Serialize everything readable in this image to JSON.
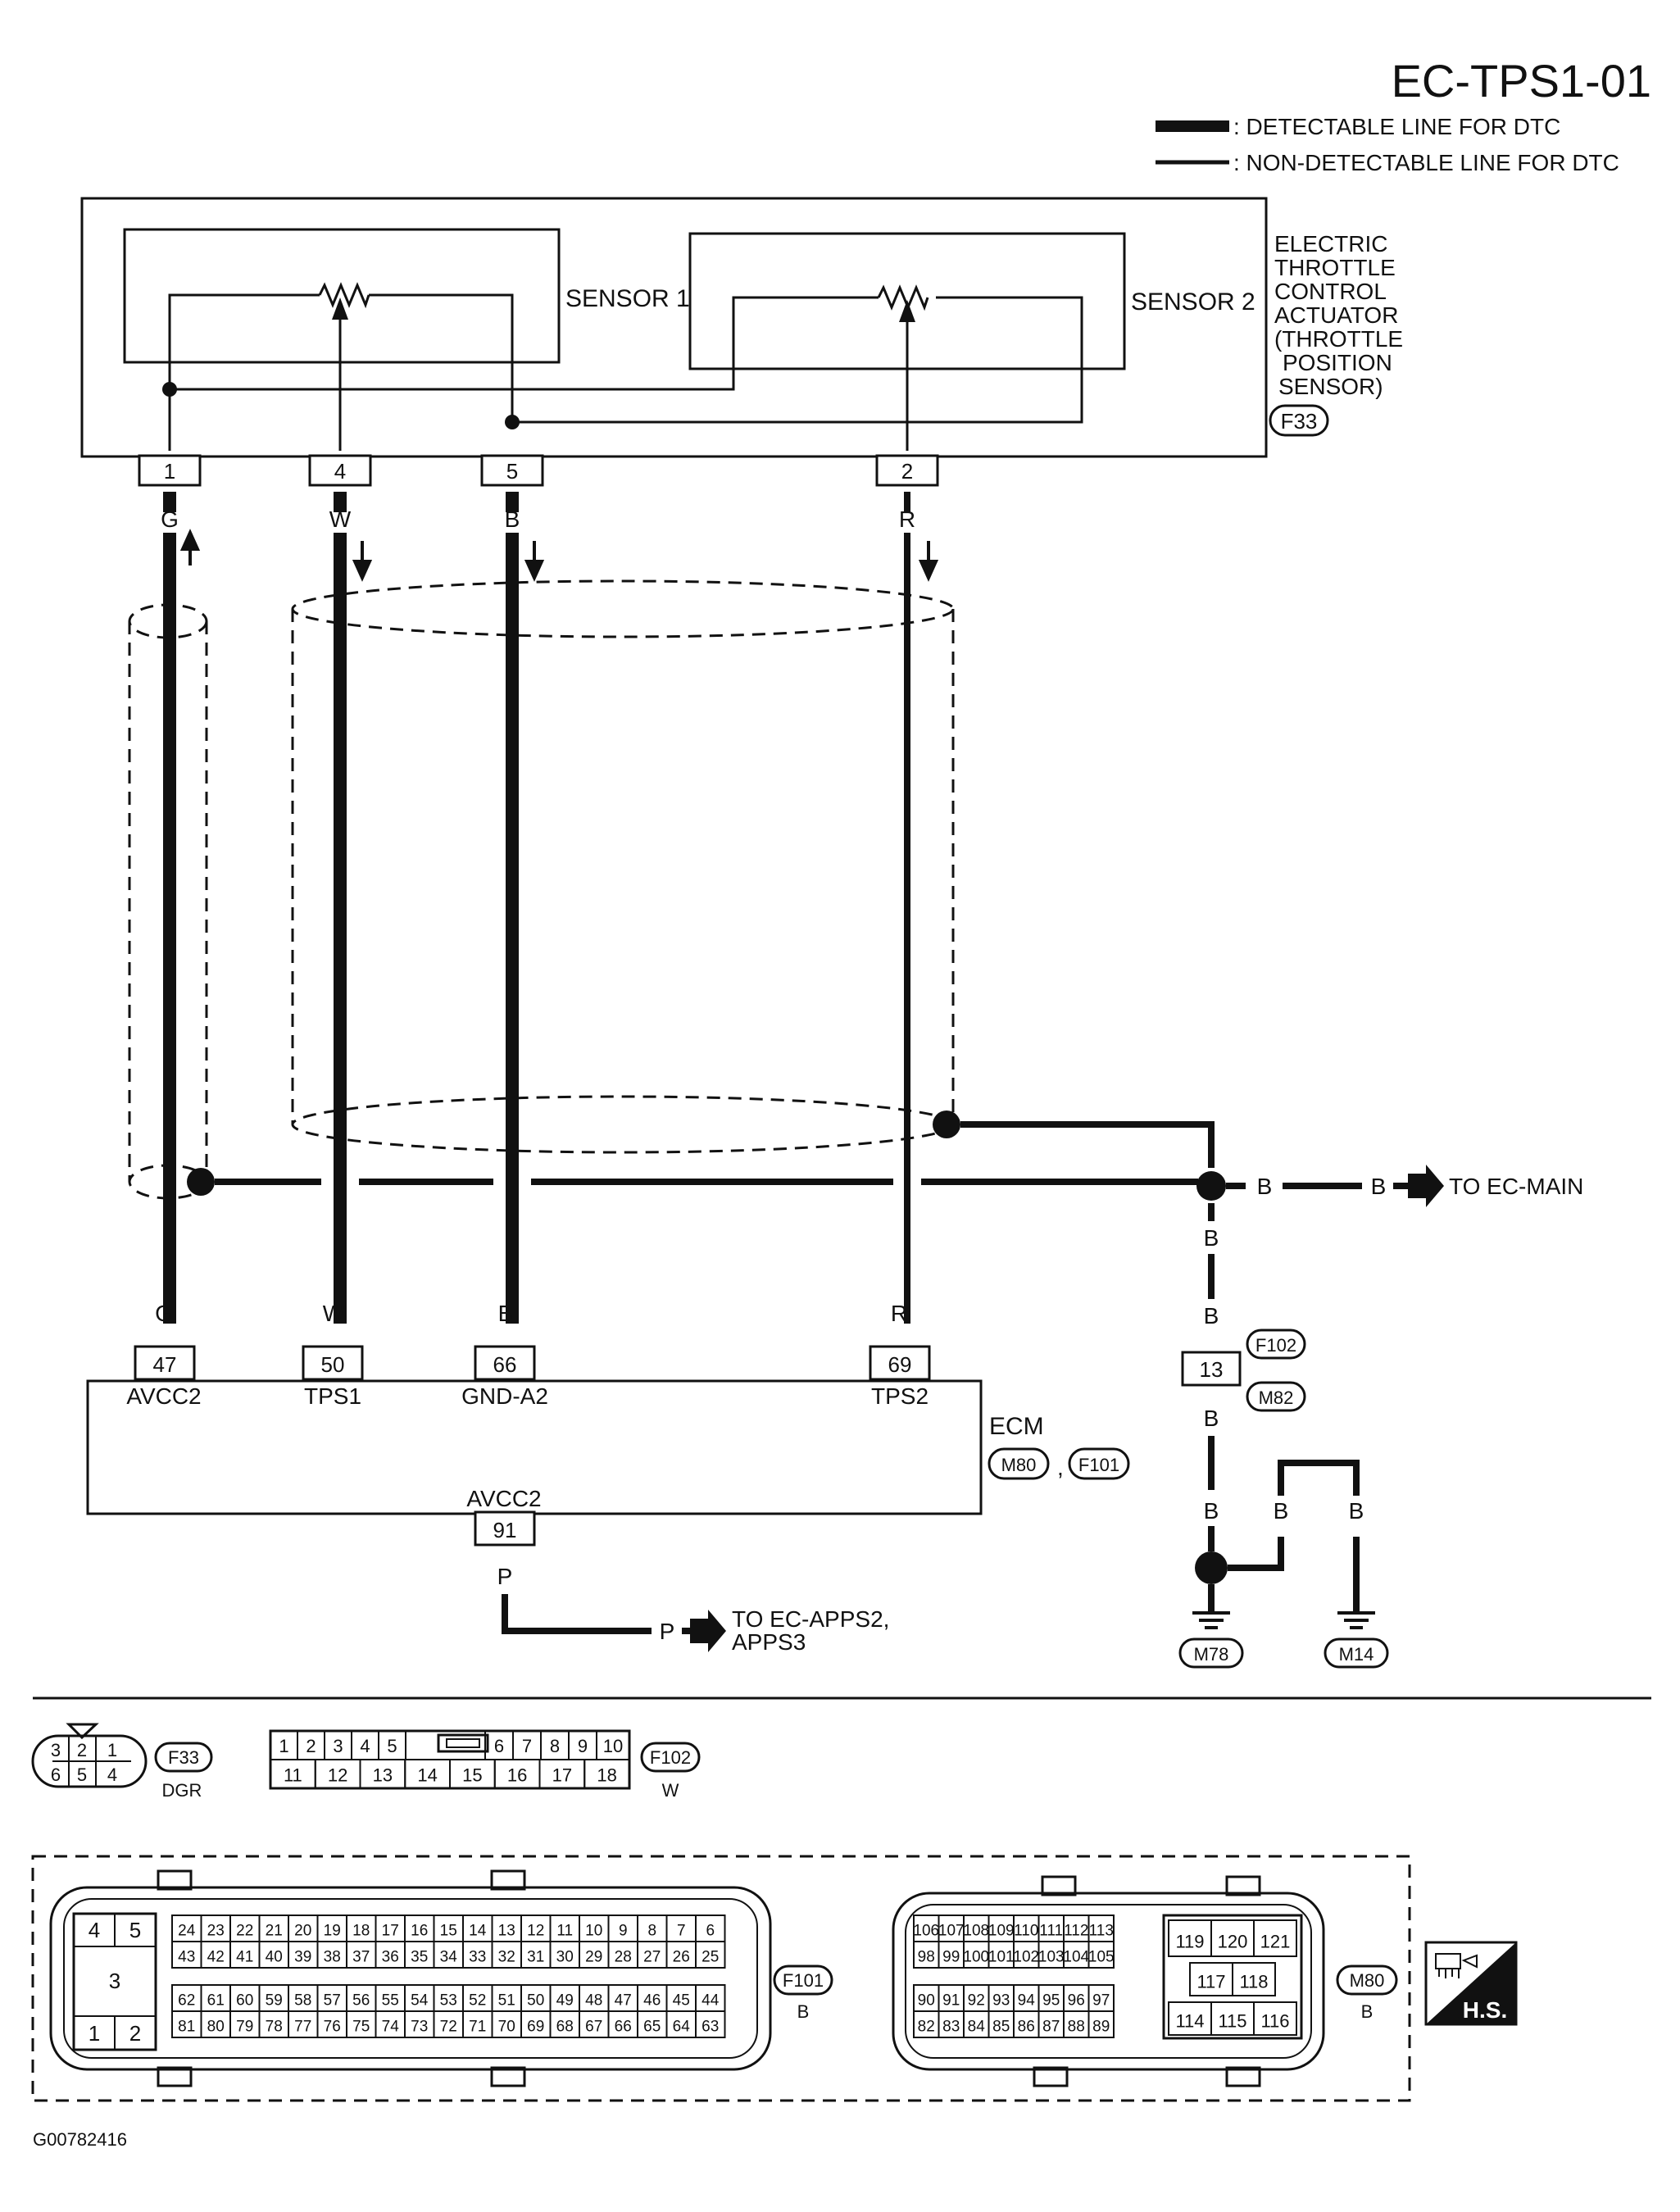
{
  "title": "EC-TPS1-01",
  "legend": {
    "detectable": ": DETECTABLE LINE FOR DTC",
    "non_detectable": ": NON-DETECTABLE LINE FOR DTC"
  },
  "actuator": {
    "label_lines": [
      "ELECTRIC",
      "THROTTLE",
      "CONTROL",
      "ACTUATOR",
      "(THROTTLE",
      "POSITION",
      "SENSOR)"
    ],
    "connector": "F33",
    "sensor1": "SENSOR 1",
    "sensor2": "SENSOR 2",
    "pins": [
      "1",
      "4",
      "5",
      "2"
    ],
    "wire_colors": [
      "G",
      "W",
      "B",
      "R"
    ]
  },
  "ecm": {
    "label": "ECM",
    "connectors": [
      "M80",
      "F101"
    ],
    "separator": ",",
    "pins": [
      "47",
      "50",
      "66",
      "69"
    ],
    "pin_names": [
      "AVCC2",
      "TPS1",
      "GND-A2",
      "TPS2"
    ],
    "wire_colors": [
      "G",
      "W",
      "B",
      "R"
    ],
    "lower_pin": "91",
    "lower_pin_name": "AVCC2",
    "lower_wire": "P",
    "p_label": "P",
    "to_apps_lines": [
      "TO EC-APPS2,",
      "APPS3"
    ]
  },
  "ground": {
    "wire": "B",
    "to_main": "TO EC-MAIN",
    "joint_pin": "13",
    "joint_connectors": [
      "F102",
      "M82"
    ],
    "grounds": [
      "M78",
      "M14"
    ]
  },
  "connector_views": {
    "f33": {
      "id": "F33",
      "color": "DGR",
      "top": [
        "3",
        "2",
        "1"
      ],
      "bottom": [
        "6",
        "5",
        "4"
      ]
    },
    "f102": {
      "id": "F102",
      "color": "W",
      "top": [
        "1",
        "2",
        "3",
        "4",
        "5",
        "6",
        "7",
        "8",
        "9",
        "10"
      ],
      "bottom": [
        "11",
        "12",
        "13",
        "14",
        "15",
        "16",
        "17",
        "18"
      ]
    },
    "f101": {
      "id": "F101",
      "color": "B",
      "left": [
        "4",
        "5",
        "3",
        "1",
        "2"
      ],
      "row1": [
        "24",
        "23",
        "22",
        "21",
        "20",
        "19",
        "18",
        "17",
        "16",
        "15",
        "14",
        "13",
        "12",
        "11",
        "10",
        "9",
        "8",
        "7",
        "6"
      ],
      "row2": [
        "43",
        "42",
        "41",
        "40",
        "39",
        "38",
        "37",
        "36",
        "35",
        "34",
        "33",
        "32",
        "31",
        "30",
        "29",
        "28",
        "27",
        "26",
        "25"
      ],
      "row3": [
        "62",
        "61",
        "60",
        "59",
        "58",
        "57",
        "56",
        "55",
        "54",
        "53",
        "52",
        "51",
        "50",
        "49",
        "48",
        "47",
        "46",
        "45",
        "44"
      ],
      "row4": [
        "81",
        "80",
        "79",
        "78",
        "77",
        "76",
        "75",
        "74",
        "73",
        "72",
        "71",
        "70",
        "69",
        "68",
        "67",
        "66",
        "65",
        "64",
        "63"
      ]
    },
    "m80": {
      "id": "M80",
      "color": "B",
      "row1": [
        "106",
        "107",
        "108",
        "109",
        "110",
        "111",
        "112",
        "113"
      ],
      "row2": [
        "98",
        "99",
        "100",
        "101",
        "102",
        "103",
        "104",
        "105"
      ],
      "row3": [
        "90",
        "91",
        "92",
        "93",
        "94",
        "95",
        "96",
        "97"
      ],
      "row4": [
        "82",
        "83",
        "84",
        "85",
        "86",
        "87",
        "88",
        "89"
      ],
      "right_top": [
        "119",
        "120",
        "121"
      ],
      "right_mid": [
        "117",
        "118"
      ],
      "right_bot": [
        "114",
        "115",
        "116"
      ]
    }
  },
  "hs_badge": "H.S.",
  "figure_id": "G00782416"
}
